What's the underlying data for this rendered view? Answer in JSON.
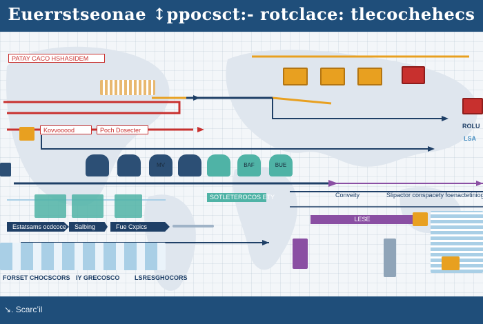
{
  "header": {
    "title": "Euerrstseonae ↕ppocsct:- rotclace: tlecochehecs"
  },
  "footer": {
    "caption": "↘. Scarc’il"
  },
  "labels": {
    "top_left_box": "PATAY CACO HSHASIDEM",
    "row1_left": "Kovvooood",
    "row1_mid": "Poch Dosecter",
    "right_badge_1": "ROLU",
    "right_badge_2": "LSA",
    "node_3": "MV",
    "node_6": "BAF",
    "node_7": "BUE",
    "mid_teal_box": "SOTLETEROCOS ETY",
    "row_conv_1": "Conveity",
    "row_conv_2": "Slipactor conspacety foenactetiniog",
    "chev_1": "Estatsams ocdcoce",
    "chev_2": "Salbing",
    "chev_3": "Fue Cxpics",
    "purple_bar": "LESE",
    "bottom_row_left": "FORSET CHOCSCORS",
    "bottom_row_mid": "IY GRECOSCO",
    "bottom_row_right": "LSRESGHOCORS"
  },
  "colors": {
    "navy": "#1f4e7a",
    "red": "#c8302e",
    "orange": "#e8a020",
    "teal": "#4fb3a6",
    "dark_blue": "#1e3f66",
    "purple": "#8a4fa3",
    "light_blue": "#a9cfe6"
  }
}
